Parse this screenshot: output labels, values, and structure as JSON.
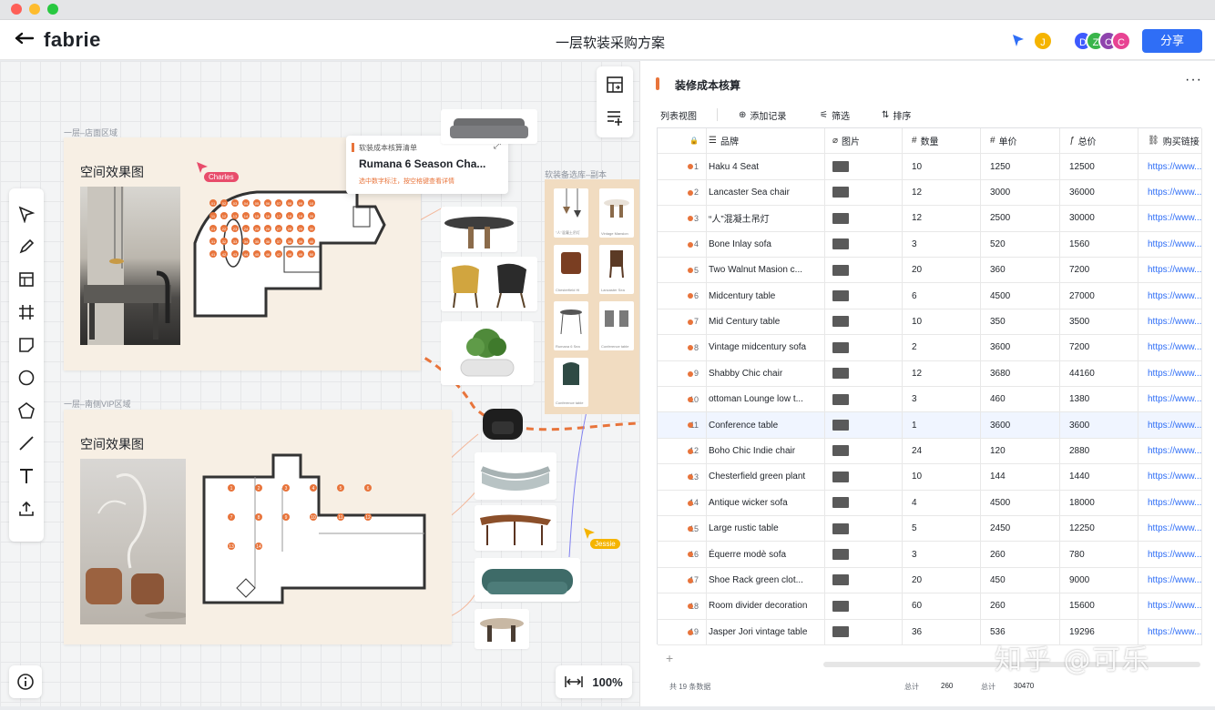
{
  "app": {
    "brand": "fabrie",
    "doc_title": "一层软装采购方案",
    "share_label": "分享",
    "avatars": [
      {
        "letter": "J",
        "color": "#f5b400"
      },
      {
        "letter": "D",
        "color": "#3d5afe"
      },
      {
        "letter": "Z",
        "color": "#39b54a"
      },
      {
        "letter": "C",
        "color": "#8e44ad"
      },
      {
        "letter": "C",
        "color": "#e84393"
      }
    ]
  },
  "canvas": {
    "zoom": "100%",
    "frames": [
      {
        "label": "一层–店面区域",
        "title": "空间效果图"
      },
      {
        "label": "一层–南侧VIP区域",
        "title": "空间效果图"
      }
    ],
    "pool_label": "软装备选库–副本",
    "pool_items": [
      "\"人\"混凝土吊灯",
      "Vintage Mansion",
      "Chesterfield Hi",
      "Lancaster Sea",
      "Rumana 6 Sea",
      "Conference table"
    ],
    "cursors": [
      {
        "name": "Charles",
        "color": "#e84c6b"
      },
      {
        "name": "Jessie",
        "color": "#f5b400"
      }
    ],
    "card": {
      "label": "软装成本核算清单",
      "name": "Rumana 6 Season Cha...",
      "hint": "选中数字标注，按空格键查看详情"
    },
    "plan_markers_1": [
      "01",
      "02",
      "03",
      "04",
      "05",
      "06",
      "07",
      "08",
      "09",
      "10",
      "11",
      "12",
      "13",
      "14",
      "15",
      "16",
      "17",
      "18",
      "19",
      "20",
      "21",
      "22",
      "23",
      "24",
      "25",
      "26",
      "27",
      "28",
      "29",
      "30",
      "31",
      "32",
      "33",
      "34",
      "35",
      "36",
      "37",
      "38",
      "39",
      "40",
      "41",
      "42",
      "43",
      "44",
      "45",
      "46",
      "47",
      "48",
      "49",
      "50"
    ],
    "plan_markers_2": [
      "1",
      "2",
      "3",
      "4",
      "5",
      "6",
      "7",
      "8",
      "9",
      "10",
      "11",
      "12",
      "13",
      "14"
    ]
  },
  "panel": {
    "title": "装修成本核算",
    "view_label": "列表视图",
    "add_label": "添加记录",
    "filter_label": "筛选",
    "sort_label": "排序",
    "columns": [
      "品牌",
      "图片",
      "数量",
      "单价",
      "总价",
      "购买链接"
    ],
    "rows": [
      {
        "idx": "1",
        "brand": "Haku 4 Seat",
        "qty": "10",
        "price": "1250",
        "total": "12500",
        "link": "https://www..."
      },
      {
        "idx": "2",
        "brand": "Lancaster Sea chair",
        "qty": "12",
        "price": "3000",
        "total": "36000",
        "link": "https://www..."
      },
      {
        "idx": "3",
        "brand": "“人”混凝土吊灯",
        "qty": "12",
        "price": "2500",
        "total": "30000",
        "link": "https://www..."
      },
      {
        "idx": "4",
        "brand": "Bone Inlay sofa",
        "qty": "3",
        "price": "520",
        "total": "1560",
        "link": "https://www..."
      },
      {
        "idx": "5",
        "brand": "Two Walnut Masion c...",
        "qty": "20",
        "price": "360",
        "total": "7200",
        "link": "https://www..."
      },
      {
        "idx": "6",
        "brand": "Midcentury table",
        "qty": "6",
        "price": "4500",
        "total": "27000",
        "link": "https://www..."
      },
      {
        "idx": "7",
        "brand": "Mid Century table",
        "qty": "10",
        "price": "350",
        "total": "3500",
        "link": "https://www..."
      },
      {
        "idx": "8",
        "brand": "Vintage midcentury sofa",
        "qty": "2",
        "price": "3600",
        "total": "7200",
        "link": "https://www..."
      },
      {
        "idx": "9",
        "brand": "Shabby Chic chair",
        "qty": "12",
        "price": "3680",
        "total": "44160",
        "link": "https://www..."
      },
      {
        "idx": "10",
        "brand": "ottoman Lounge low t...",
        "qty": "3",
        "price": "460",
        "total": "1380",
        "link": "https://www..."
      },
      {
        "idx": "11",
        "brand": "Conference table",
        "qty": "1",
        "price": "3600",
        "total": "3600",
        "link": "https://www..."
      },
      {
        "idx": "12",
        "brand": "Boho Chic Indie chair",
        "qty": "24",
        "price": "120",
        "total": "2880",
        "link": "https://www..."
      },
      {
        "idx": "13",
        "brand": "Chesterfield green plant",
        "qty": "10",
        "price": "144",
        "total": "1440",
        "link": "https://www..."
      },
      {
        "idx": "14",
        "brand": "Antique wicker sofa",
        "qty": "4",
        "price": "4500",
        "total": "18000",
        "link": "https://www..."
      },
      {
        "idx": "15",
        "brand": "Large rustic table",
        "qty": "5",
        "price": "2450",
        "total": "12250",
        "link": "https://www..."
      },
      {
        "idx": "16",
        "brand": "Équerre modè sofa",
        "qty": "3",
        "price": "260",
        "total": "780",
        "link": "https://www..."
      },
      {
        "idx": "17",
        "brand": "Shoe Rack green clot...",
        "qty": "20",
        "price": "450",
        "total": "9000",
        "link": "https://www..."
      },
      {
        "idx": "18",
        "brand": "Room divider decoration",
        "qty": "60",
        "price": "260",
        "total": "15600",
        "link": "https://www..."
      },
      {
        "idx": "19",
        "brand": "Jasper Jori vintage table",
        "qty": "36",
        "price": "536",
        "total": "19296",
        "link": "https://www..."
      }
    ],
    "footer": {
      "count": "共 19 条数据",
      "qty_label": "总计",
      "qty_total": "260",
      "sum_label": "总计",
      "sum_total": "30470"
    },
    "add_row": "+"
  },
  "watermark": "知乎 @可乐",
  "colors": {
    "accent": "#2f6ef6",
    "marker": "#e8743b",
    "frame_bg": "#f7efe4"
  }
}
